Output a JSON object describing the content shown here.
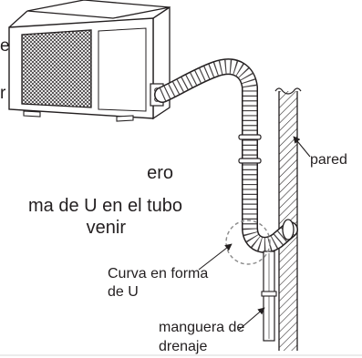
{
  "figure": {
    "lead_frag_top": "e",
    "lead_frag_bottom": "r",
    "body_lines": [
      "ero",
      "ma de U en el tubo",
      "venir"
    ],
    "labels": {
      "pared": "pared",
      "curva": [
        "Curva en forma",
        "de U"
      ],
      "manguera": [
        "manguera de",
        "drenaje"
      ]
    }
  }
}
